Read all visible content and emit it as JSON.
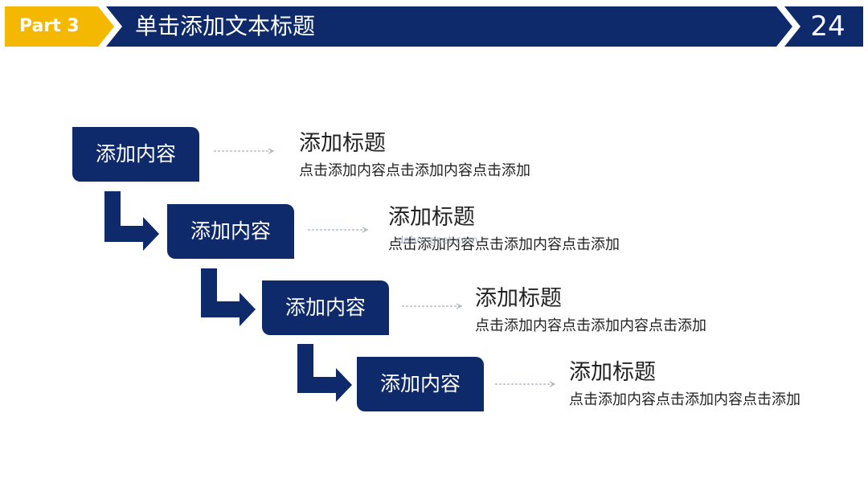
{
  "header": {
    "part_label": "Part 3",
    "title": "单击添加文本标题",
    "page_number": "24"
  },
  "colors": {
    "navy": "#0e2a6b",
    "accent_yellow": "#f5b800",
    "arrow_gray": "#a9b0bb"
  },
  "steps": [
    {
      "box_label": "添加内容",
      "title": "添加标题",
      "description": "点击添加内容点击添加内容点击添加"
    },
    {
      "box_label": "添加内容",
      "title": "添加标题",
      "description": "点击添加内容点击添加内容点击添加"
    },
    {
      "box_label": "添加内容",
      "title": "添加标题",
      "description": "点击添加内容点击添加内容点击添加"
    },
    {
      "box_label": "添加内容",
      "title": "添加标题",
      "description": "点击添加内容点击添加内容点击添加"
    }
  ],
  "watermark": "dahongset.com"
}
